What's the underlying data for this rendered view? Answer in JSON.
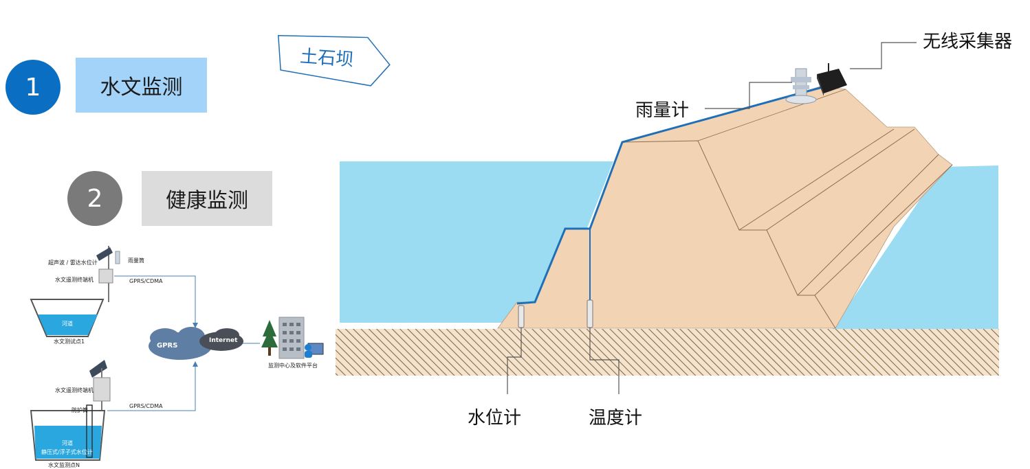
{
  "steps": [
    {
      "number": "1",
      "label": "水文监测"
    },
    {
      "number": "2",
      "label": "健康监测"
    }
  ],
  "dam": {
    "tag": "土石坝",
    "callouts": {
      "wireless_collector": "无线采集器",
      "rain_gauge": "雨量计",
      "water_level_meter": "水位计",
      "thermometer": "温度计"
    }
  },
  "hydro_system": {
    "station1_sensor": "超声波 / 雷达水位计",
    "rain_cylinder": "雨量筒",
    "station1_terminal": "水文遥测终端机",
    "link1": "GPRS/CDMA",
    "river1": "河道",
    "station1_name": "水文测试点1",
    "gprs": "GPRS",
    "internet": "Internet",
    "center": "监测中心及软件平台",
    "station2_terminal": "水文遥测终端机",
    "link2": "GPRS/CDMA",
    "protect_tube": "防护筒",
    "river2": "河道",
    "station2_sensor": "静压式/浮子式水位计",
    "station2_name": "水文监测点N"
  },
  "colors": {
    "step1": "#0a6fc2",
    "step1_label_bg": "#a3d3f8",
    "step2": "#7a7a7a",
    "step2_label_bg": "#dcdcdc",
    "water": "#9cdcf2",
    "dam_fill": "#f2d3b4",
    "dam_line": "#1f6fb8"
  }
}
